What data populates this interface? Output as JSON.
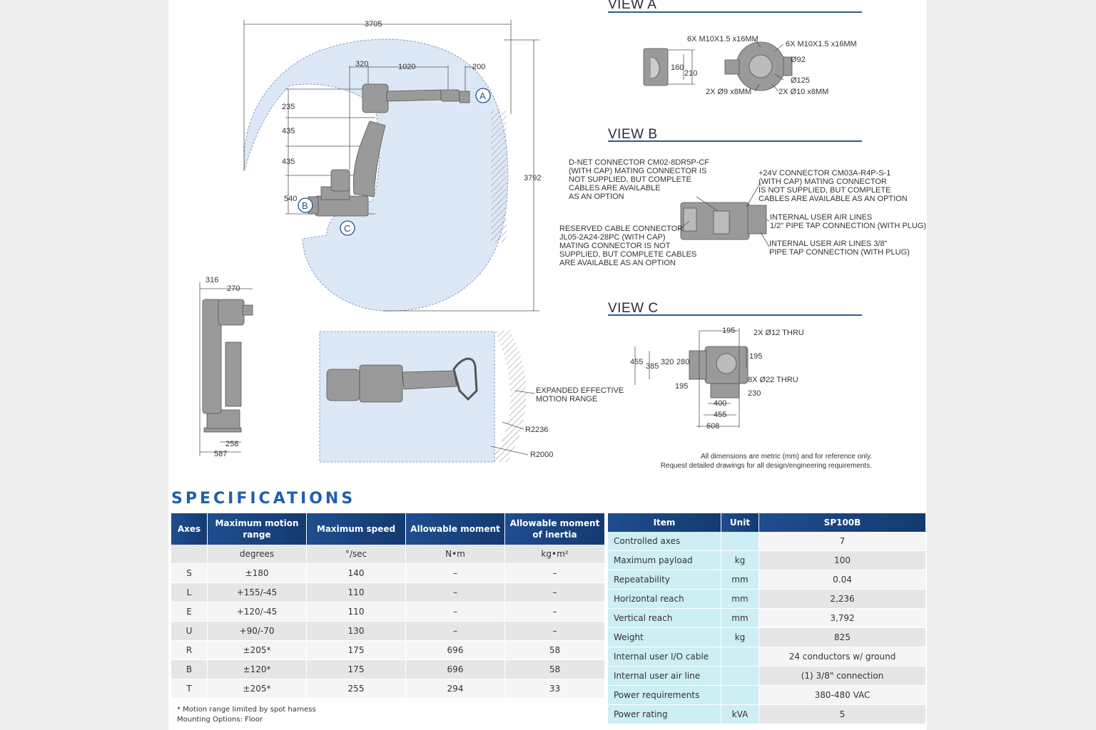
{
  "views": {
    "a": {
      "title": "VIEW A"
    },
    "b": {
      "title": "VIEW B"
    },
    "c": {
      "title": "VIEW C"
    }
  },
  "dims": {
    "main": [
      "3705",
      "320",
      "1020",
      "200",
      "235",
      "435",
      "435",
      "540",
      "3792"
    ],
    "side": [
      "316",
      "270",
      "258",
      "587"
    ],
    "view_a": [
      "6X M10X1.5 x16MM",
      "6X M10X1.5 x16MM",
      "Ø92",
      "160",
      "210",
      "Ø125",
      "2X Ø9 x8MM",
      "2X Ø10 x8MM"
    ],
    "view_c": [
      "195",
      "2X Ø12 THRU",
      "195",
      "455",
      "385",
      "320",
      "280",
      "8X Ø22 THRU",
      "195",
      "230",
      "400",
      "455",
      "608"
    ],
    "callouts": [
      "A",
      "B",
      "C"
    ],
    "range": [
      "EXPANDED EFFECTIVE",
      "MOTION RANGE",
      "R2236",
      "R2000"
    ]
  },
  "view_b_notes": {
    "dnet": [
      "D-NET CONNECTOR CM02-8DR5P-CF",
      "(WITH CAP) MATING CONNECTOR IS",
      "NOT SUPPLIED, BUT COMPLETE",
      "CABLES ARE AVAILABLE",
      "AS AN OPTION"
    ],
    "v24": [
      "+24V CONNECTOR CM03A-R4P-S-1",
      "(WITH CAP) MATING CONNECTOR",
      "IS NOT SUPPLIED, BUT COMPLETE",
      "CABLES ARE AVAILABLE AS AN OPTION"
    ],
    "air12": [
      "INTERNAL USER AIR LINES",
      "1/2\" PIPE TAP CONNECTION (WITH PLUG)"
    ],
    "air38": [
      "INTERNAL USER AIR LINES 3/8\"",
      "PIPE TAP CONNECTION (WITH PLUG)"
    ],
    "reserved": [
      "RESERVED CABLE CONNECTOR",
      "JL05-2A24-28PC (WITH CAP)",
      "MATING CONNECTOR IS NOT",
      "SUPPLIED, BUT COMPLETE CABLES",
      "ARE AVAILABLE AS AN OPTION"
    ]
  },
  "disclaimer": [
    "All dimensions are metric (mm) and for reference only.",
    "Request detailed drawings for all design/engineering requirements."
  ],
  "specs": {
    "title": "SPECIFICATIONS",
    "axes_table": {
      "headers": [
        "Axes",
        "Maximum motion range",
        "Maximum speed",
        "Allowable moment",
        "Allowable moment of inertia"
      ],
      "units": [
        "",
        "degrees",
        "°/sec",
        "N•m",
        "kg•m²"
      ],
      "rows": [
        [
          "S",
          "±180",
          "140",
          "–",
          "–"
        ],
        [
          "L",
          "+155/-45",
          "110",
          "–",
          "–"
        ],
        [
          "E",
          "+120/-45",
          "110",
          "–",
          "–"
        ],
        [
          "U",
          "+90/-70",
          "130",
          "–",
          "–"
        ],
        [
          "R",
          "±205*",
          "175",
          "696",
          "58"
        ],
        [
          "B",
          "±120*",
          "175",
          "696",
          "58"
        ],
        [
          "T",
          "±205*",
          "255",
          "294",
          "33"
        ]
      ]
    },
    "footnote": [
      "* Motion range limited by spot harness",
      "Mounting Options: Floor"
    ],
    "item_table": {
      "headers": [
        "Item",
        "Unit",
        "SP100B"
      ],
      "rows": [
        [
          "Controlled axes",
          "",
          "7"
        ],
        [
          "Maximum payload",
          "kg",
          "100"
        ],
        [
          "Repeatability",
          "mm",
          "0.04"
        ],
        [
          "Horizontal reach",
          "mm",
          "2,236"
        ],
        [
          "Vertical reach",
          "mm",
          "3,792"
        ],
        [
          "Weight",
          "kg",
          "825"
        ],
        [
          "Internal user I/O cable",
          "",
          "24 conductors w/ ground"
        ],
        [
          "Internal user air line",
          "",
          "(1) 3/8\" connection"
        ],
        [
          "Power requirements",
          "",
          "380-480 VAC"
        ],
        [
          "Power rating",
          "kVA",
          "5"
        ]
      ]
    }
  },
  "colors": {
    "header_blue": "#1f4d8f",
    "teal_cell": "#cdeef2",
    "title_blue": "#1f5fae",
    "range_fill": "#dde8f6"
  }
}
